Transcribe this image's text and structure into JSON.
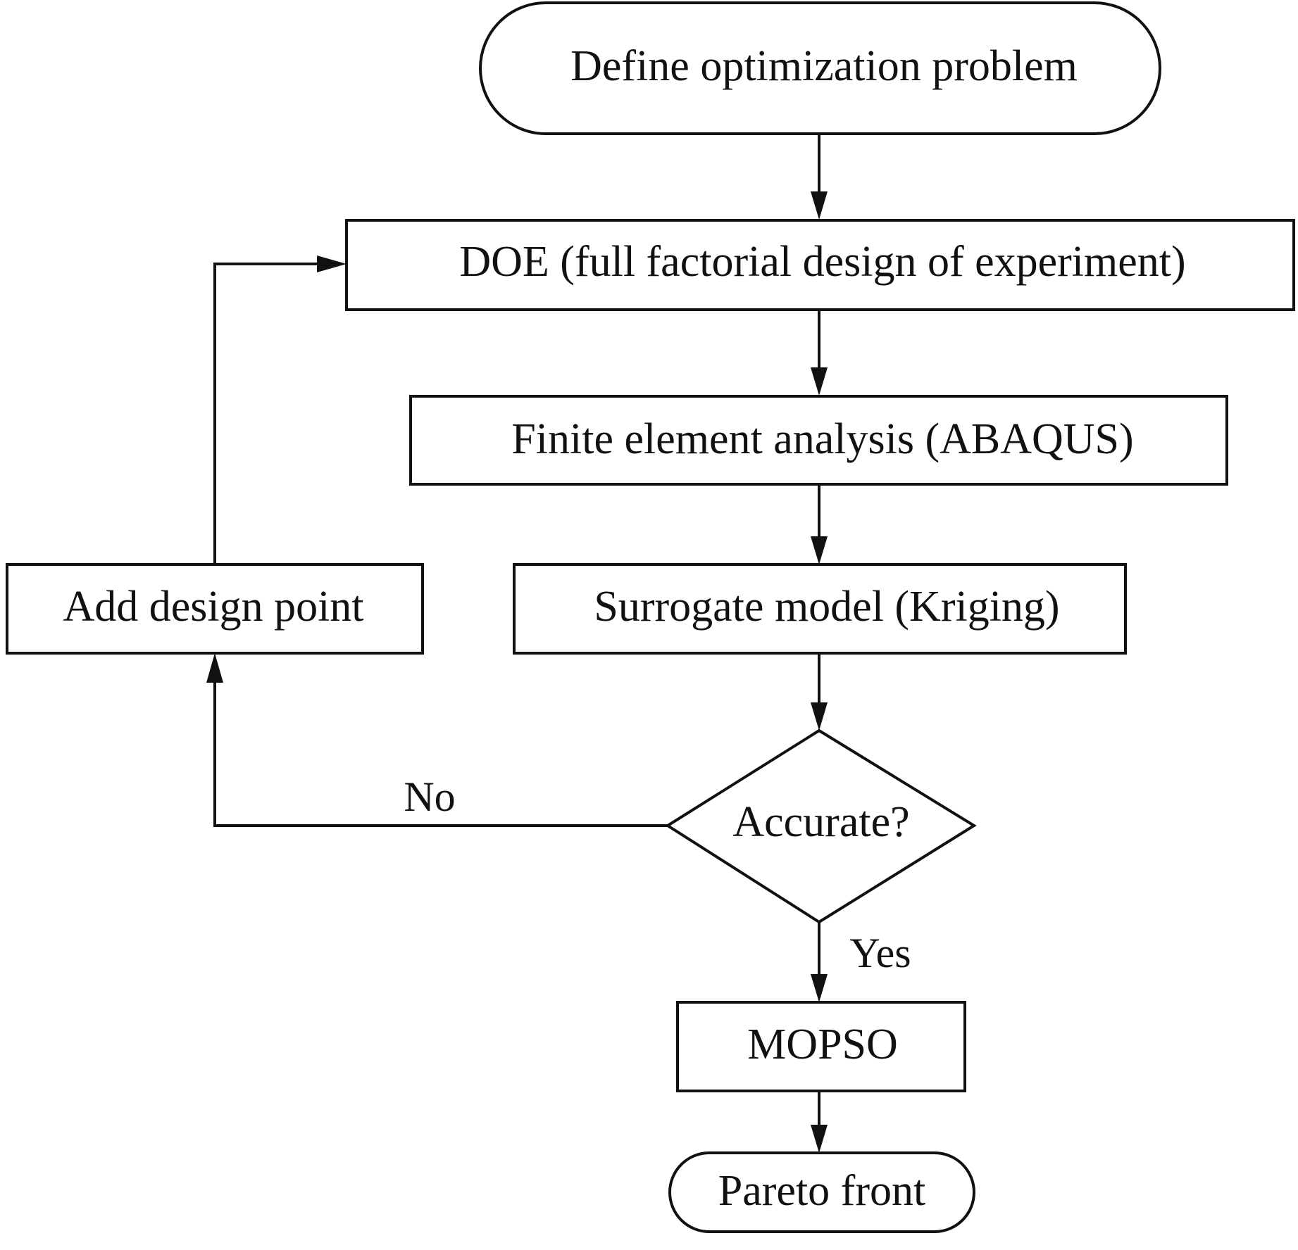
{
  "diagram": {
    "nodes": {
      "define_problem": "Define optimization problem",
      "doe": "DOE (full factorial design of experiment)",
      "fea": "Finite element analysis (ABAQUS)",
      "surrogate": "Surrogate model (Kriging)",
      "accurate": "Accurate?",
      "add_point": "Add design point",
      "mopso": "MOPSO",
      "pareto": "Pareto front"
    },
    "edge_labels": {
      "no": "No",
      "yes": "Yes"
    }
  }
}
